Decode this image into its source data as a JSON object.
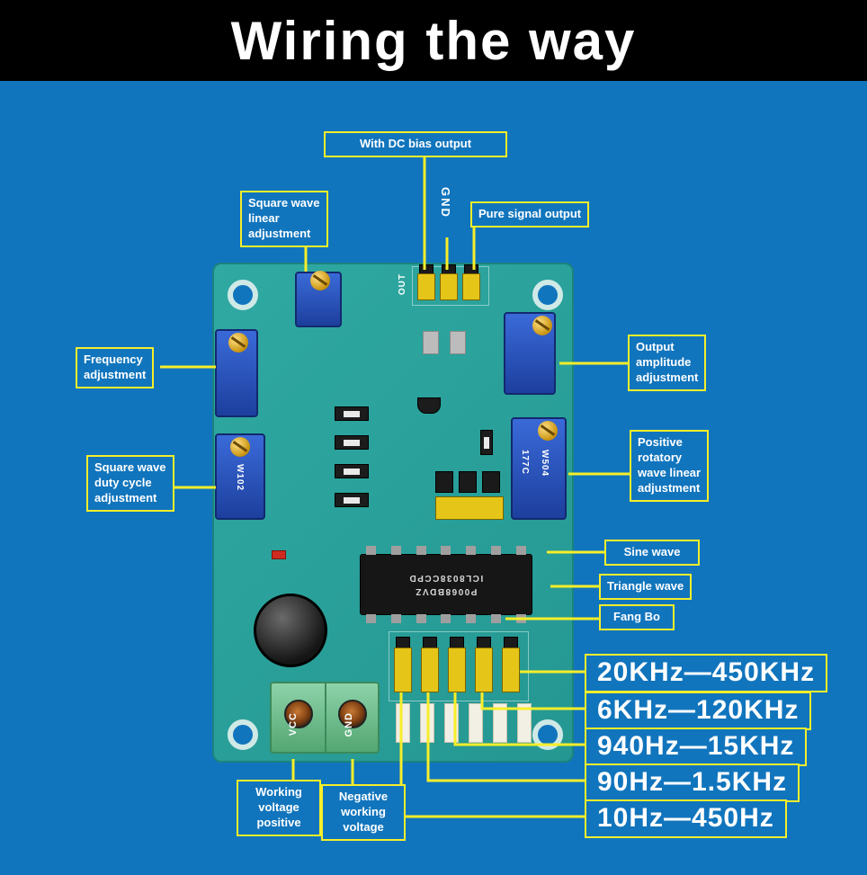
{
  "title": "Wiring the way",
  "colors": {
    "background": "#1175bd",
    "banner": "#000000",
    "pcb": "#2ba49d",
    "callout_border": "#f7ee2a",
    "callout_text": "#ffffff"
  },
  "callouts": {
    "dc_bias": "With DC bias output",
    "gnd": "GND",
    "pure_signal": "Pure signal output",
    "square_wave_linear": "Square wave\nlinear\nadjustment",
    "frequency": "Frequency\nadjustment",
    "output_amplitude": "Output\namplitude\nadjustment",
    "square_wave_duty": "Square wave\nduty cycle\nadjustment",
    "positive_rotatory": "Positive\nrotatory\nwave linear\nadjustment",
    "sine_wave": "Sine wave",
    "triangle_wave": "Triangle wave",
    "fang_bo": "Fang Bo",
    "working_voltage_positive": "Working\nvoltage\npositive",
    "negative_working_voltage": "Negative\nworking\nvoltage"
  },
  "frequency_ranges": [
    "20KHz—450KHz",
    "6KHz—120KHz",
    "940Hz—15KHz",
    "90Hz—1.5KHz",
    "10Hz—450Hz"
  ],
  "board": {
    "out": "OUT",
    "vcc": "VCC",
    "gnd": "GND",
    "ic_line1": "ICL8038CCPD",
    "ic_line2": "P0068BDVZ",
    "pot_w102": "W102",
    "pot_w504": "W504",
    "pot_177c": "177C"
  }
}
